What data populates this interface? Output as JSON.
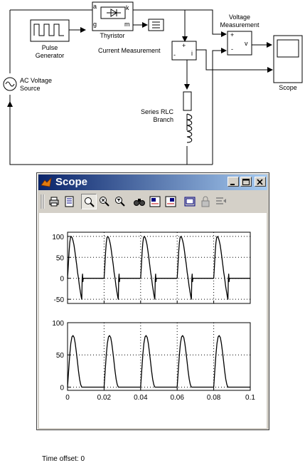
{
  "diagram": {
    "pulse_generator": {
      "line1": "Pulse",
      "line2": "Generator"
    },
    "thyristor": {
      "name": "Thyristor",
      "port_a": "a",
      "port_g": "g",
      "port_k": "k",
      "port_m": "m"
    },
    "current_measurement": {
      "name": "Current Measurement",
      "port_plus": "+",
      "port_minus": "-",
      "port_i": "i"
    },
    "voltage_measurement": {
      "line1": "Voltage",
      "line2": "Measurement",
      "port_plus": "+",
      "port_minus": "-",
      "port_v": "v"
    },
    "scope": {
      "name": "Scope"
    },
    "ac_source": {
      "line1": "AC Voltage",
      "line2": "Source"
    },
    "rlc": {
      "line1": "Series RLC",
      "line2": "Branch"
    }
  },
  "window": {
    "title": "Scope",
    "time_offset_label": "Time offset:",
    "time_offset_value": "0",
    "colors": {
      "title_start": "#0a246a",
      "title_end": "#a6caf0",
      "face": "#d4d0c8"
    }
  },
  "toolbar": {
    "items": [
      "print-icon",
      "parameters-icon",
      "zoom-icon",
      "zoom-x-icon",
      "zoom-y-icon",
      "autoscale-icon",
      "save-axes-icon",
      "restore-axes-icon",
      "floating-scope-icon",
      "lock-icon",
      "signal-selection-icon"
    ],
    "pressed": "zoom-icon"
  },
  "chart_data": [
    {
      "type": "line",
      "title": "",
      "xlabel": "",
      "ylabel": "",
      "xlim": [
        0,
        0.1
      ],
      "ylim": [
        -60,
        110
      ],
      "yticks": [
        -50,
        0,
        50,
        100
      ],
      "grid": true,
      "series": [
        {
          "points": [
            [
              0.0,
              0
            ],
            [
              0.0004,
              28
            ],
            [
              0.0008,
              62
            ],
            [
              0.0012,
              85
            ],
            [
              0.0016,
              97
            ],
            [
              0.002,
              100
            ],
            [
              0.0025,
              97
            ],
            [
              0.003,
              90
            ],
            [
              0.0035,
              80
            ],
            [
              0.004,
              65
            ],
            [
              0.0045,
              48
            ],
            [
              0.005,
              32
            ],
            [
              0.0055,
              14
            ],
            [
              0.006,
              0
            ],
            [
              0.0065,
              -18
            ],
            [
              0.007,
              -32
            ],
            [
              0.0075,
              -45
            ],
            [
              0.0078,
              -50
            ],
            [
              0.008,
              0
            ],
            [
              0.0082,
              10
            ],
            [
              0.0084,
              -8
            ],
            [
              0.0086,
              0
            ],
            [
              0.01,
              0
            ],
            [
              0.02,
              0
            ],
            [
              0.0204,
              28
            ],
            [
              0.0208,
              62
            ],
            [
              0.0212,
              85
            ],
            [
              0.0216,
              97
            ],
            [
              0.022,
              100
            ],
            [
              0.0225,
              97
            ],
            [
              0.023,
              90
            ],
            [
              0.0235,
              80
            ],
            [
              0.024,
              65
            ],
            [
              0.0245,
              48
            ],
            [
              0.025,
              32
            ],
            [
              0.0255,
              14
            ],
            [
              0.026,
              0
            ],
            [
              0.0265,
              -18
            ],
            [
              0.027,
              -32
            ],
            [
              0.0275,
              -45
            ],
            [
              0.0278,
              -50
            ],
            [
              0.028,
              0
            ],
            [
              0.0282,
              10
            ],
            [
              0.0284,
              -8
            ],
            [
              0.0286,
              0
            ],
            [
              0.03,
              0
            ],
            [
              0.04,
              0
            ],
            [
              0.0404,
              28
            ],
            [
              0.0408,
              62
            ],
            [
              0.0412,
              85
            ],
            [
              0.0416,
              97
            ],
            [
              0.042,
              100
            ],
            [
              0.0425,
              97
            ],
            [
              0.043,
              90
            ],
            [
              0.0435,
              80
            ],
            [
              0.044,
              65
            ],
            [
              0.0445,
              48
            ],
            [
              0.045,
              32
            ],
            [
              0.0455,
              14
            ],
            [
              0.046,
              0
            ],
            [
              0.0465,
              -18
            ],
            [
              0.047,
              -32
            ],
            [
              0.0475,
              -45
            ],
            [
              0.0478,
              -50
            ],
            [
              0.048,
              0
            ],
            [
              0.0482,
              10
            ],
            [
              0.0484,
              -8
            ],
            [
              0.0486,
              0
            ],
            [
              0.05,
              0
            ],
            [
              0.06,
              0
            ],
            [
              0.0604,
              28
            ],
            [
              0.0608,
              62
            ],
            [
              0.0612,
              85
            ],
            [
              0.0616,
              97
            ],
            [
              0.062,
              100
            ],
            [
              0.0625,
              97
            ],
            [
              0.063,
              90
            ],
            [
              0.0635,
              80
            ],
            [
              0.064,
              65
            ],
            [
              0.0645,
              48
            ],
            [
              0.065,
              32
            ],
            [
              0.0655,
              14
            ],
            [
              0.066,
              0
            ],
            [
              0.0665,
              -18
            ],
            [
              0.067,
              -32
            ],
            [
              0.0675,
              -45
            ],
            [
              0.0678,
              -50
            ],
            [
              0.068,
              0
            ],
            [
              0.0682,
              10
            ],
            [
              0.0684,
              -8
            ],
            [
              0.0686,
              0
            ],
            [
              0.07,
              0
            ],
            [
              0.08,
              0
            ],
            [
              0.0804,
              28
            ],
            [
              0.0808,
              62
            ],
            [
              0.0812,
              85
            ],
            [
              0.0816,
              97
            ],
            [
              0.082,
              100
            ],
            [
              0.0825,
              97
            ],
            [
              0.083,
              90
            ],
            [
              0.0835,
              80
            ],
            [
              0.084,
              65
            ],
            [
              0.0845,
              48
            ],
            [
              0.085,
              32
            ],
            [
              0.0855,
              14
            ],
            [
              0.086,
              0
            ],
            [
              0.0865,
              -18
            ],
            [
              0.087,
              -32
            ],
            [
              0.0875,
              -45
            ],
            [
              0.0878,
              -50
            ],
            [
              0.088,
              0
            ],
            [
              0.0882,
              10
            ],
            [
              0.0884,
              -8
            ],
            [
              0.0886,
              0
            ],
            [
              0.1,
              0
            ]
          ]
        }
      ]
    },
    {
      "type": "line",
      "title": "",
      "xlabel": "",
      "ylabel": "",
      "xlim": [
        0,
        0.1
      ],
      "ylim": [
        -5,
        100
      ],
      "yticks": [
        0,
        50,
        100
      ],
      "xticks": [
        0,
        0.02,
        0.04,
        0.06,
        0.08,
        0.1
      ],
      "grid": true,
      "series": [
        {
          "points": [
            [
              0.0,
              0
            ],
            [
              0.0006,
              25
            ],
            [
              0.0012,
              50
            ],
            [
              0.0018,
              68
            ],
            [
              0.0024,
              78
            ],
            [
              0.003,
              80
            ],
            [
              0.0036,
              77
            ],
            [
              0.0042,
              68
            ],
            [
              0.0048,
              55
            ],
            [
              0.0054,
              40
            ],
            [
              0.006,
              25
            ],
            [
              0.0066,
              12
            ],
            [
              0.0072,
              4
            ],
            [
              0.0078,
              0
            ],
            [
              0.01,
              0
            ],
            [
              0.02,
              0
            ],
            [
              0.0206,
              25
            ],
            [
              0.0212,
              50
            ],
            [
              0.0218,
              68
            ],
            [
              0.0224,
              78
            ],
            [
              0.023,
              80
            ],
            [
              0.0236,
              77
            ],
            [
              0.0242,
              68
            ],
            [
              0.0248,
              55
            ],
            [
              0.0254,
              40
            ],
            [
              0.026,
              25
            ],
            [
              0.0266,
              12
            ],
            [
              0.0272,
              4
            ],
            [
              0.0278,
              0
            ],
            [
              0.04,
              0
            ],
            [
              0.0406,
              25
            ],
            [
              0.0412,
              50
            ],
            [
              0.0418,
              68
            ],
            [
              0.0424,
              78
            ],
            [
              0.043,
              80
            ],
            [
              0.0436,
              77
            ],
            [
              0.0442,
              68
            ],
            [
              0.0448,
              55
            ],
            [
              0.0454,
              40
            ],
            [
              0.046,
              25
            ],
            [
              0.0466,
              12
            ],
            [
              0.0472,
              4
            ],
            [
              0.0478,
              0
            ],
            [
              0.06,
              0
            ],
            [
              0.0606,
              25
            ],
            [
              0.0612,
              50
            ],
            [
              0.0618,
              68
            ],
            [
              0.0624,
              78
            ],
            [
              0.063,
              80
            ],
            [
              0.0636,
              77
            ],
            [
              0.0642,
              68
            ],
            [
              0.0648,
              55
            ],
            [
              0.0654,
              40
            ],
            [
              0.066,
              25
            ],
            [
              0.0666,
              12
            ],
            [
              0.0672,
              4
            ],
            [
              0.0678,
              0
            ],
            [
              0.08,
              0
            ],
            [
              0.0806,
              25
            ],
            [
              0.0812,
              50
            ],
            [
              0.0818,
              68
            ],
            [
              0.0824,
              78
            ],
            [
              0.083,
              80
            ],
            [
              0.0836,
              77
            ],
            [
              0.0842,
              68
            ],
            [
              0.0848,
              55
            ],
            [
              0.0854,
              40
            ],
            [
              0.086,
              25
            ],
            [
              0.0866,
              12
            ],
            [
              0.0872,
              4
            ],
            [
              0.0878,
              0
            ],
            [
              0.1,
              0
            ]
          ]
        }
      ]
    }
  ]
}
